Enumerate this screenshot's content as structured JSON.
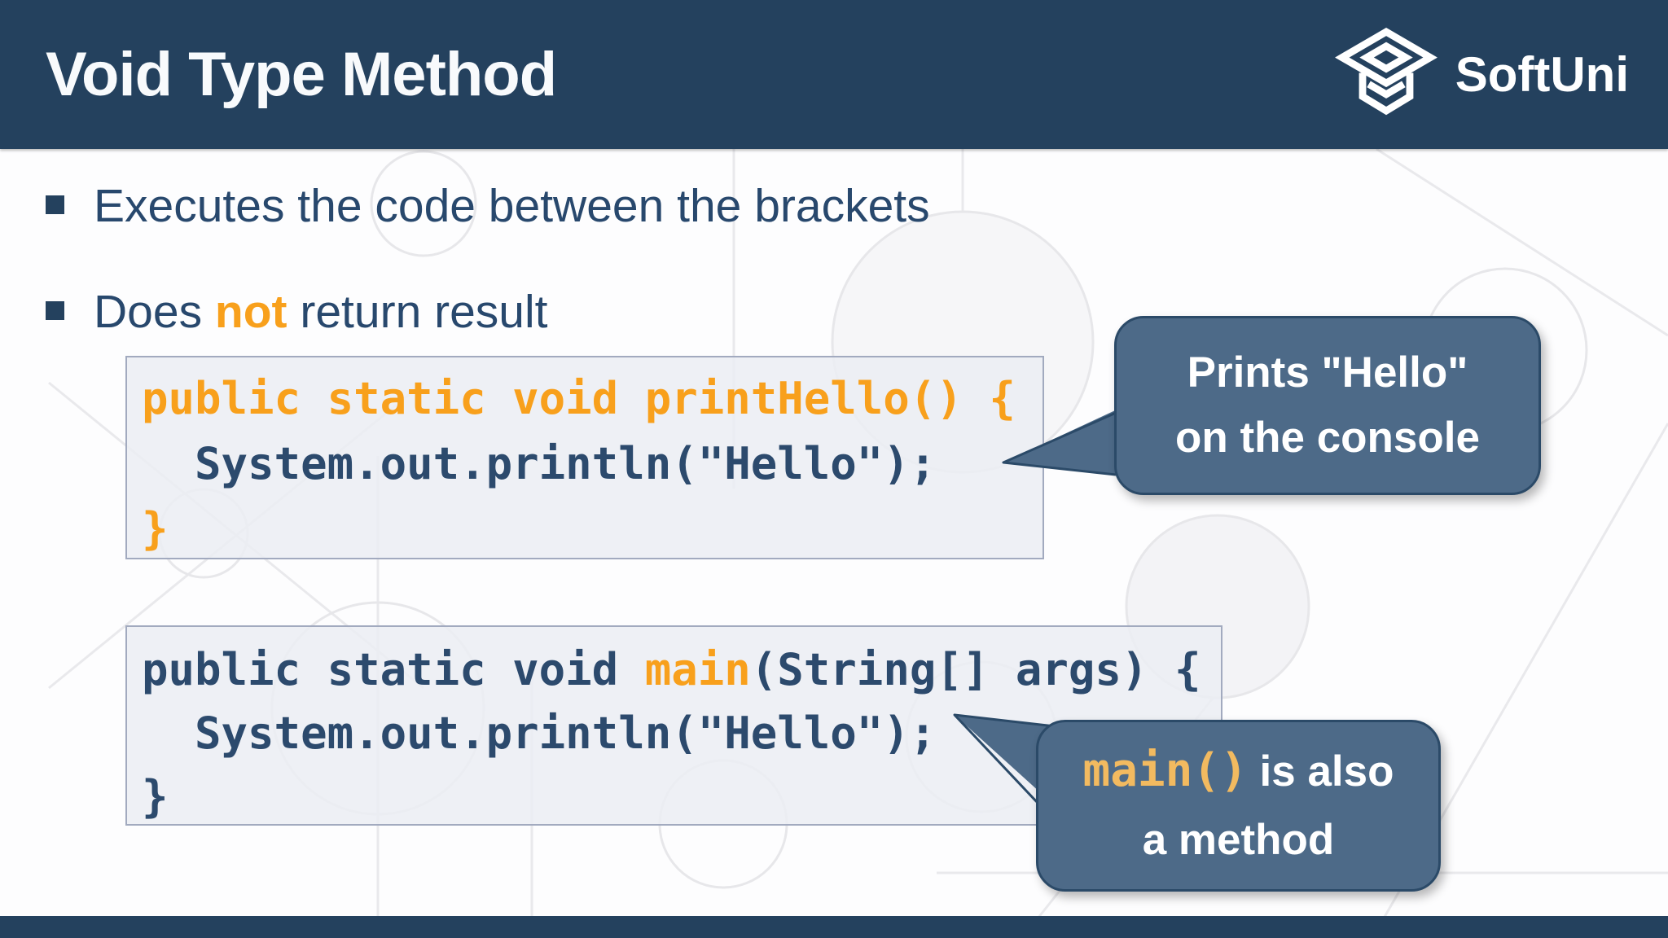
{
  "header": {
    "title": "Void Type Method",
    "logo_text": "SoftUni"
  },
  "bullets": {
    "item1": "Executes the code between the brackets",
    "item2_pre": "Does ",
    "item2_highlight": "not",
    "item2_post": " return result"
  },
  "code_block_1": {
    "line1": "public static void printHello() {",
    "line2": "  System.out.println(\"Hello\");",
    "line3": "}"
  },
  "code_block_2": {
    "line1_pre": "public static void ",
    "line1_method": "main",
    "line1_post": "(String[] args) {",
    "line2": "  System.out.println(\"Hello\");",
    "line3": "}"
  },
  "callout_1": {
    "line1": "Prints \"Hello\"",
    "line2": "on the console"
  },
  "callout_2": {
    "method": "main()",
    "line1_rest": " is also",
    "line2": "a method"
  },
  "colors": {
    "header_navy": "#24415e",
    "body_text_blue": "#28486d",
    "accent_orange": "#f8a01c",
    "code_text_blue": "#2c4a6d",
    "code_background": "#ebedf3",
    "code_border": "#a2aabf",
    "callout_fill": "#4d6a88",
    "callout_border": "#2b4a68",
    "callout_accent_orange": "#f2ba60",
    "callout_text": "#ffffff"
  }
}
